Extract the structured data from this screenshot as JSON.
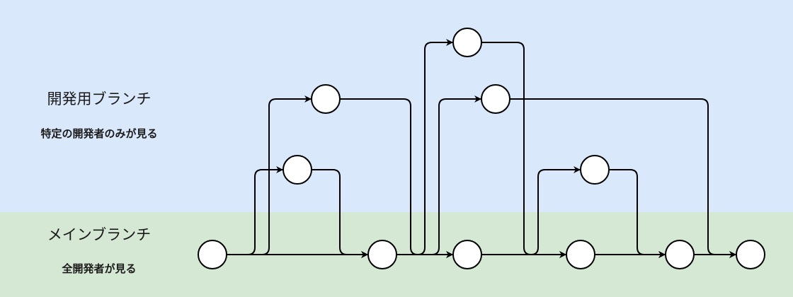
{
  "lanes": {
    "dev": {
      "title": "開発用ブランチ",
      "subtitle": "特定の開発者のみが見る",
      "color": "#dae8fc"
    },
    "main": {
      "title": "メインブランチ",
      "subtitle": "全開発者が見る",
      "color": "#d5e8d4"
    }
  },
  "commits": [
    {
      "id": "m1",
      "lane": "main"
    },
    {
      "id": "m2",
      "lane": "main"
    },
    {
      "id": "m3",
      "lane": "main"
    },
    {
      "id": "m4",
      "lane": "main"
    },
    {
      "id": "m5",
      "lane": "main"
    },
    {
      "id": "m6",
      "lane": "main"
    },
    {
      "id": "d1",
      "lane": "dev"
    },
    {
      "id": "d2",
      "lane": "dev"
    },
    {
      "id": "d3",
      "lane": "dev"
    },
    {
      "id": "d4",
      "lane": "dev"
    },
    {
      "id": "d5",
      "lane": "dev"
    }
  ],
  "edges": [
    {
      "from": "m1",
      "to": "m2"
    },
    {
      "from": "m1",
      "to": "d1"
    },
    {
      "from": "m1",
      "to": "d2"
    },
    {
      "from": "d1",
      "to": "m2"
    },
    {
      "from": "m2",
      "to": "m3"
    },
    {
      "from": "d2",
      "to": "m3"
    },
    {
      "from": "m2",
      "to": "d3"
    },
    {
      "from": "m2",
      "to": "d4"
    },
    {
      "from": "m3",
      "to": "m4"
    },
    {
      "from": "d3",
      "to": "m4"
    },
    {
      "from": "m3",
      "to": "d5"
    },
    {
      "from": "m4",
      "to": "m5"
    },
    {
      "from": "d5",
      "to": "m5"
    },
    {
      "from": "m5",
      "to": "m6"
    },
    {
      "from": "d4",
      "to": "m6"
    }
  ]
}
